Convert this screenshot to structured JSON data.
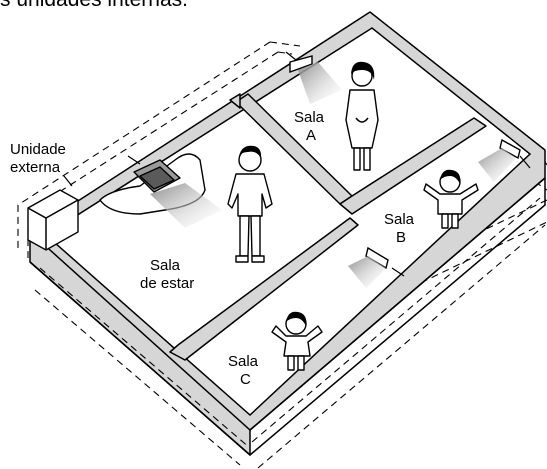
{
  "caption": "s unidades internas.",
  "labels": {
    "outdoor_line1": "Unidade",
    "outdoor_line2": "externa",
    "living_line1": "Sala",
    "living_line2": "de estar",
    "room_a_line1": "Sala",
    "room_a_line2": "A",
    "room_b_line1": "Sala",
    "room_b_line2": "B",
    "room_c_line1": "Sala",
    "room_c_line2": "C"
  },
  "colors": {
    "wall": "#d6d6d6",
    "line": "#000000",
    "beam": "#9a9a9a"
  }
}
